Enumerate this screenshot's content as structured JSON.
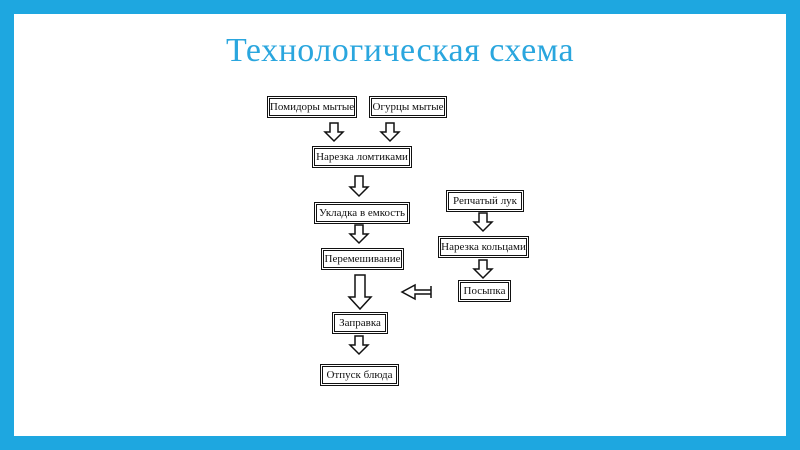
{
  "slide": {
    "title": "Технологическая схема"
  },
  "flowchart": {
    "nodes": {
      "tomatoes": "Помидоры мытые",
      "cucumbers": "Огурцы мытые",
      "slicing": "Нарезка ломтиками",
      "placing": "Укладка в емкость",
      "mixing": "Перемешивание",
      "dressing": "Заправка",
      "serving": "Отпуск блюда",
      "onion": "Репчатый лук",
      "ring_cut": "Нарезка кольцами",
      "sprinkle": "Посыпка"
    },
    "edges": [
      {
        "from": "tomatoes",
        "to": "slicing"
      },
      {
        "from": "cucumbers",
        "to": "slicing"
      },
      {
        "from": "slicing",
        "to": "placing"
      },
      {
        "from": "placing",
        "to": "mixing"
      },
      {
        "from": "mixing",
        "to": "dressing"
      },
      {
        "from": "dressing",
        "to": "serving"
      },
      {
        "from": "onion",
        "to": "ring_cut"
      },
      {
        "from": "ring_cut",
        "to": "sprinkle"
      },
      {
        "from": "sprinkle",
        "to": "dressing"
      }
    ]
  }
}
